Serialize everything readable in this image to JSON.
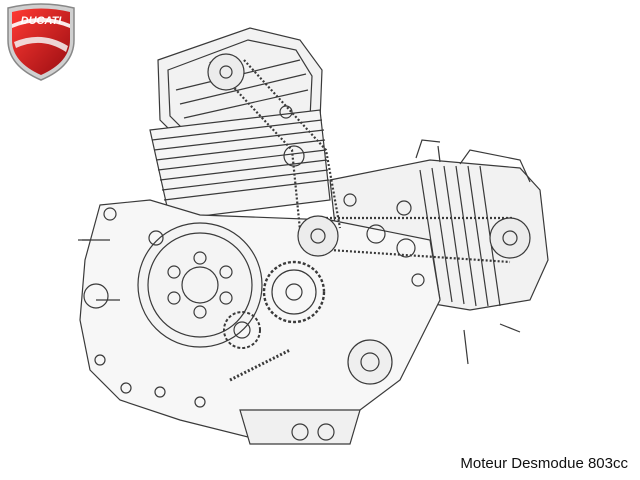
{
  "logo": {
    "brand": "DUCATI",
    "colors": {
      "red": "#d4161c",
      "dark_red": "#8e0c10",
      "silver": "#c9c9c9"
    }
  },
  "caption": {
    "text": "Moteur Desmodue 803cc"
  },
  "drawing": {
    "line_color": "#3a3a3a",
    "fill_color": "#f2f2f2",
    "icon": "engine-cutaway-drawing"
  }
}
